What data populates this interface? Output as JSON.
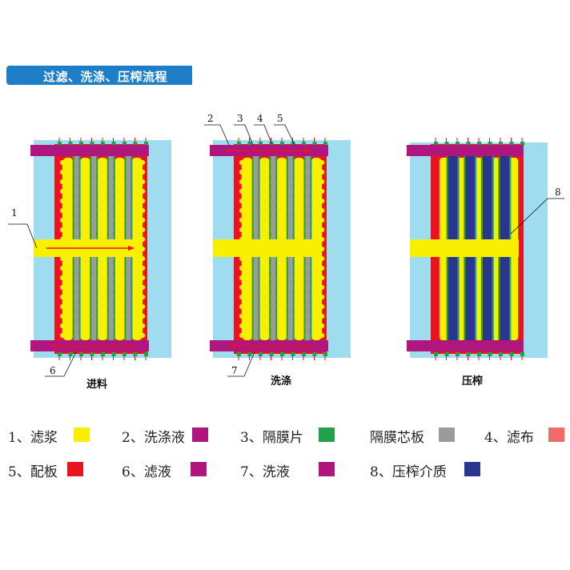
{
  "title": "过滤、洗涤、压榨流程",
  "panels": [
    {
      "label": "进料"
    },
    {
      "label": "洗涤"
    },
    {
      "label": "压榨"
    }
  ],
  "callouts": [
    "1",
    "2",
    "3",
    "4",
    "5",
    "6",
    "7",
    "8"
  ],
  "colors": {
    "slurry": "#f8f000",
    "wash_in": "#b0177e",
    "membrane": "#22a04b",
    "membrane_core": "#9b9b9b",
    "cloth": "#f06a6a",
    "plate": "#e8141e",
    "filtrate": "#b0177e",
    "wash_out": "#b0177e",
    "press_medium": "#2a3590",
    "frame_bg": "#9fdcef",
    "title_bg": "#1e7fc8"
  },
  "legend": [
    {
      "label": "1、滤浆",
      "color": "#f8f000"
    },
    {
      "label": "2、洗涤液",
      "color": "#b0177e"
    },
    {
      "label": "3、隔膜片",
      "color": "#22a04b"
    },
    {
      "label": "隔膜芯板",
      "color": "#9b9b9b"
    },
    {
      "label": "4、滤布",
      "color": "#f06a6a"
    },
    {
      "label": "5、配板",
      "color": "#e8141e"
    },
    {
      "label": "6、滤液",
      "color": "#b0177e"
    },
    {
      "label": "7、洗液",
      "color": "#b0177e"
    },
    {
      "label": "8、压榨介质",
      "color": "#2a3590"
    }
  ]
}
